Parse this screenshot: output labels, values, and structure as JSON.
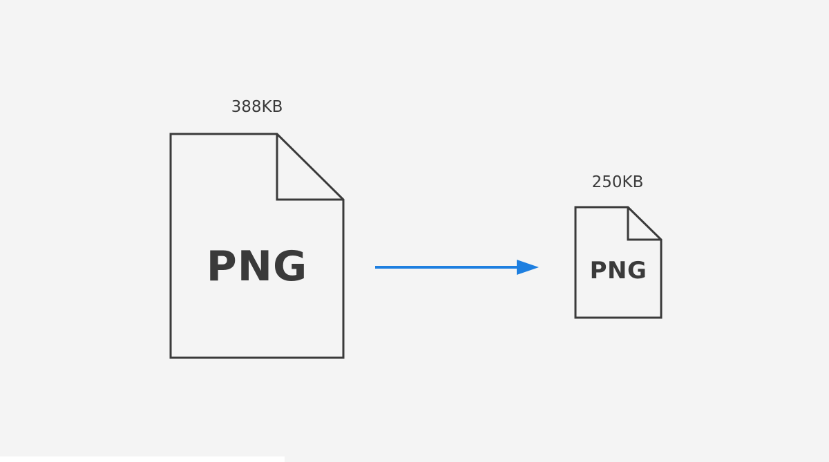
{
  "original_file": {
    "size_label": "388KB",
    "format_label": "PNG"
  },
  "compressed_file": {
    "size_label": "250KB",
    "format_label": "PNG"
  },
  "colors": {
    "background": "#f4f4f4",
    "outline": "#3a3a3a",
    "arrow": "#1e7fe0"
  },
  "icons": {
    "original_file_icon": "document-icon",
    "compressed_file_icon": "document-icon",
    "arrow_icon": "arrow-right-icon"
  }
}
